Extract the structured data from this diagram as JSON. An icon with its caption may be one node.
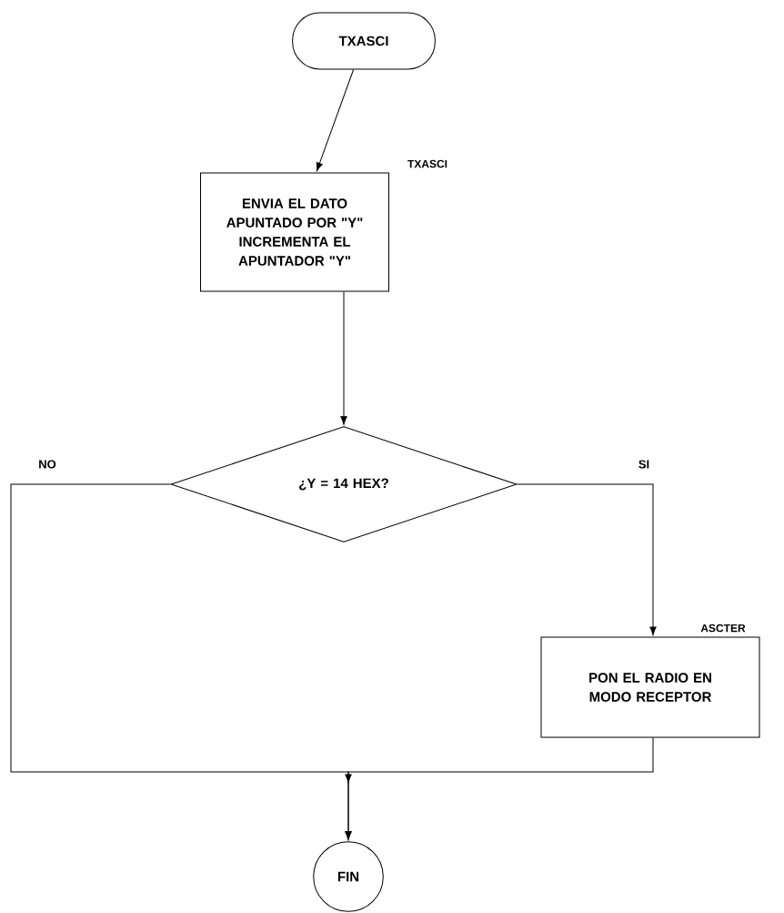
{
  "diagram": {
    "nodes": [
      {
        "text": [
          "TXASCI"
        ]
      },
      {
        "text": [
          "ENVIA EL DATO APUNTADO POR \"Y\"",
          "INCREMENTA EL APUNTADOR \"Y\""
        ],
        "beside": [
          "TXASCI"
        ]
      },
      {
        "text": [
          "¿Y = 14 HEX?"
        ]
      },
      {
        "text": [
          "PON EL RADIO EN MODO RECEPTOR"
        ],
        "beside": [
          "ASCTER"
        ]
      },
      {
        "text": [
          "FIN"
        ]
      }
    ],
    "edges": [
      {
        "from": 0,
        "to": 1,
        "arrow": "to"
      },
      {
        "from": 1,
        "to": 2,
        "arrow": "to"
      },
      {
        "from": 2,
        "to": 4,
        "label": "NO",
        "arrow": "to"
      },
      {
        "from": 2,
        "to": 3,
        "label": "SI",
        "arrow": "to"
      },
      {
        "from": 3,
        "to": 4,
        "arrow": "to"
      }
    ]
  }
}
